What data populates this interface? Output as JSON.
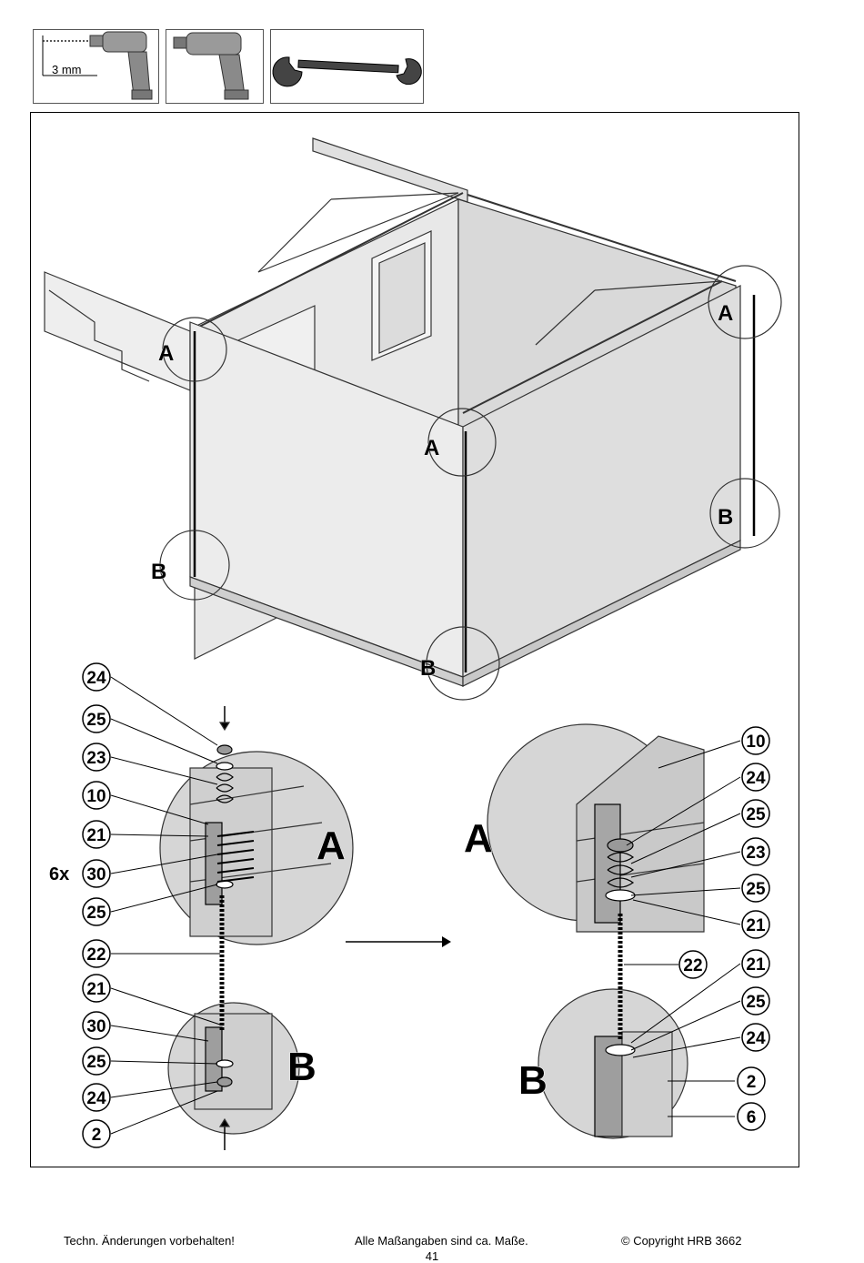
{
  "tools": {
    "drill_bit_label": "3 mm",
    "icons": [
      "drill-with-bit-icon",
      "drill-icon",
      "wrench-icon"
    ]
  },
  "overview_labels": {
    "a_front_left": "A",
    "a_front_center": "A",
    "a_back_right": "A",
    "b_front_left": "B",
    "b_front_center": "B",
    "b_back_right": "B"
  },
  "detail_left": {
    "label_a": "A",
    "label_b": "B",
    "quantity_prefix": "6x",
    "callouts": [
      "24",
      "25",
      "23",
      "10",
      "21",
      "30",
      "25",
      "22",
      "21",
      "30",
      "25",
      "24",
      "2"
    ]
  },
  "detail_right": {
    "label_a": "A",
    "label_b": "B",
    "callouts_top": [
      "10",
      "24",
      "25",
      "23",
      "25",
      "21"
    ],
    "callout_rod": "22",
    "callouts_bottom": [
      "21",
      "25",
      "24",
      "2",
      "6"
    ]
  },
  "footer": {
    "left": "Techn. Änderungen vorbehalten!",
    "center": "Alle Maßangaben sind ca. Maße.",
    "right": "© Copyright HRB 3662",
    "page": "41"
  }
}
